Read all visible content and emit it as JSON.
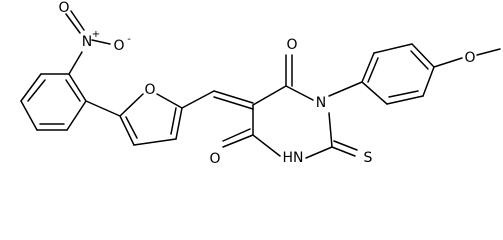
{
  "molecule": {
    "atoms": {
      "nitro_n": "N",
      "nitro_n_charge": "+",
      "nitro_o_single": "O",
      "nitro_o_charge": "-",
      "nitro_o_double": "O",
      "furan_o": "O",
      "c4_o": "O",
      "c6_o": "O",
      "n1": "N",
      "n3h": "HN",
      "thioxo_s": "S",
      "methoxy_o": "O"
    }
  }
}
